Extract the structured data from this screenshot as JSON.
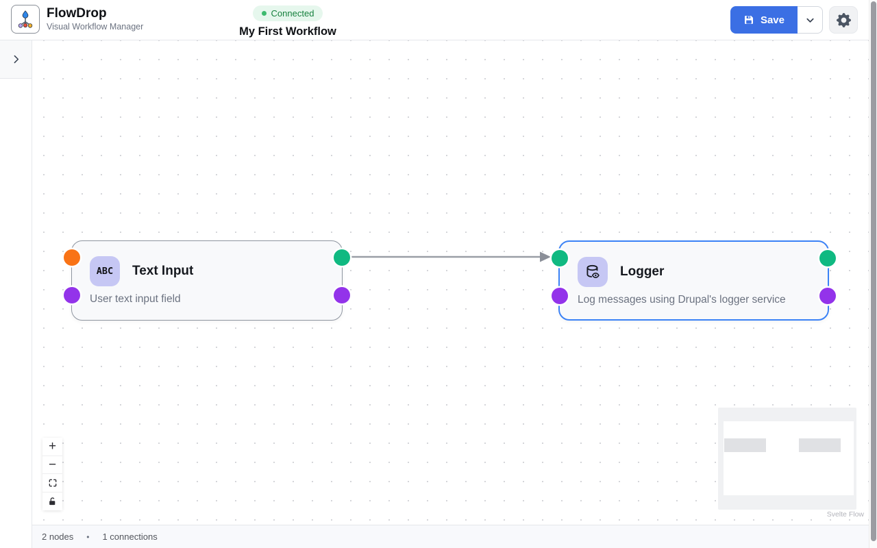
{
  "header": {
    "app_name": "FlowDrop",
    "app_subtitle": "Visual Workflow Manager",
    "connection_status": "Connected",
    "workflow_name": "My First Workflow",
    "save_label": "Save"
  },
  "canvas": {
    "nodes": [
      {
        "title": "Text Input",
        "description": "User text input field",
        "icon_text": "ABC",
        "icon": "abc-text-icon",
        "selected": false,
        "handles": [
          "orange-left-top",
          "purple-left-bottom",
          "green-right-top",
          "purple-right-bottom"
        ]
      },
      {
        "title": "Logger",
        "description": "Log messages using Drupal's logger service",
        "icon": "database-eye-icon",
        "selected": true,
        "handles": [
          "green-left-top",
          "purple-left-bottom",
          "green-right-top",
          "purple-right-bottom"
        ]
      }
    ],
    "edges": [
      {
        "from": "Text Input",
        "to": "Logger"
      }
    ],
    "attribution": "Svelte Flow"
  },
  "controls": {
    "zoom_in": "+",
    "zoom_out": "−",
    "fit_view": "fit-view",
    "lock": "toggle-interactivity"
  },
  "status_bar": {
    "nodes_count": "2 nodes",
    "separator": "•",
    "connections_count": "1 connections"
  },
  "colors": {
    "accent_blue": "#3b6fe4",
    "selected_border": "#3b82f6",
    "handle_orange": "#f97316",
    "handle_green": "#10b981",
    "handle_purple": "#9333ea",
    "badge_green_text": "#15803d",
    "badge_green_bg": "#e6f7ed",
    "node_icon_bg": "#c6c7f4",
    "edge_gray": "#999ea6"
  }
}
